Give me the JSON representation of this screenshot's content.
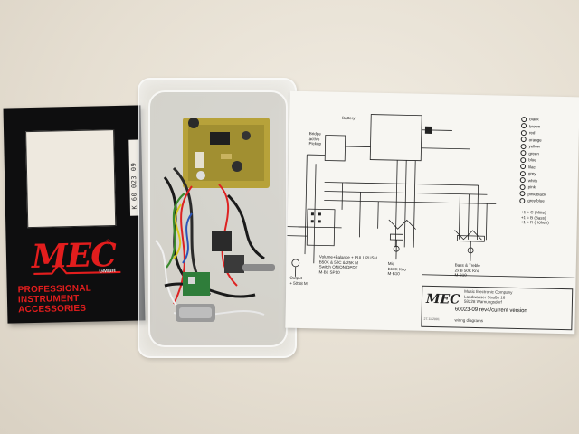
{
  "card": {
    "code": "K 60 023 09",
    "logo": "MEC",
    "registered": "®",
    "gmbh": "GMBH",
    "tagline_lines": [
      "PROFESSIONAL",
      "INSTRUMENT",
      "ACCESSORIES"
    ]
  },
  "diagram": {
    "title_block": {
      "logo": "MEC",
      "company_lines": [
        "Music Electronic Company",
        "Landwasser Straße 16",
        "58228 Warnungsdorf"
      ],
      "drawing_number": "60023-09 rev4/current version",
      "drawing_kind": "wiring diagrams",
      "date": "27.11.2001"
    },
    "labels": {
      "battery": "Battery",
      "bridge_lines": [
        "Bridge",
        "active",
        "Pickup"
      ],
      "switch_lines": [
        "Volume+Balance + PULL PUSH",
        "B50K & 50C & 25K M",
        "Switch ON/ON DPDT",
        "M·B1 SP10"
      ],
      "output_lines": [
        "Output",
        "+ 50S8 M"
      ],
      "mid_lines": [
        "Mid",
        "B10K Kno",
        "M·B10"
      ],
      "bass_lines": [
        "Bass & Treble",
        "2x B 50K Kno",
        "M·B10"
      ],
      "gnd_lines": [
        "+1 = C (Mitte)",
        "+1 = B (Bass)",
        "+1 = R (Höhen)"
      ]
    },
    "legend": [
      "black",
      "brown",
      "red",
      "orange",
      "yellow",
      "green",
      "blue",
      "lilac",
      "grey",
      "white",
      "pink",
      "pink/black",
      "grey/blue"
    ]
  }
}
